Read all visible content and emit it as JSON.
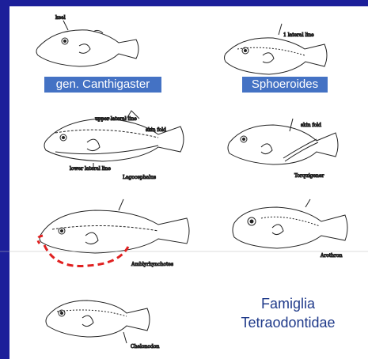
{
  "labels": {
    "canthigaster": "gen. Canthigaster",
    "sphoeroides": "Sphoeroides"
  },
  "title": {
    "line1": "Famiglia",
    "line2": "Tetraodontidae"
  },
  "annotations": {
    "keel": "keel",
    "lateral_line": "1 lateral line",
    "upper_lateral_line": "upper lateral line",
    "skin_fold_1": "skin fold",
    "lower_lateral_line": "lower lateral line",
    "lagocephalus": "Lagocephalus",
    "skin_fold_2": "skin fold",
    "torquigener": "Torquigener",
    "amblyrhynchotes": "Amblyrhynchotes",
    "arothron": "Arothron",
    "chelonodon": "Chelonodon"
  },
  "colors": {
    "frame": "#1c1f9a",
    "label_box": "#4472c4",
    "title_text": "#1f3a8a",
    "highlight": "#e02020"
  }
}
